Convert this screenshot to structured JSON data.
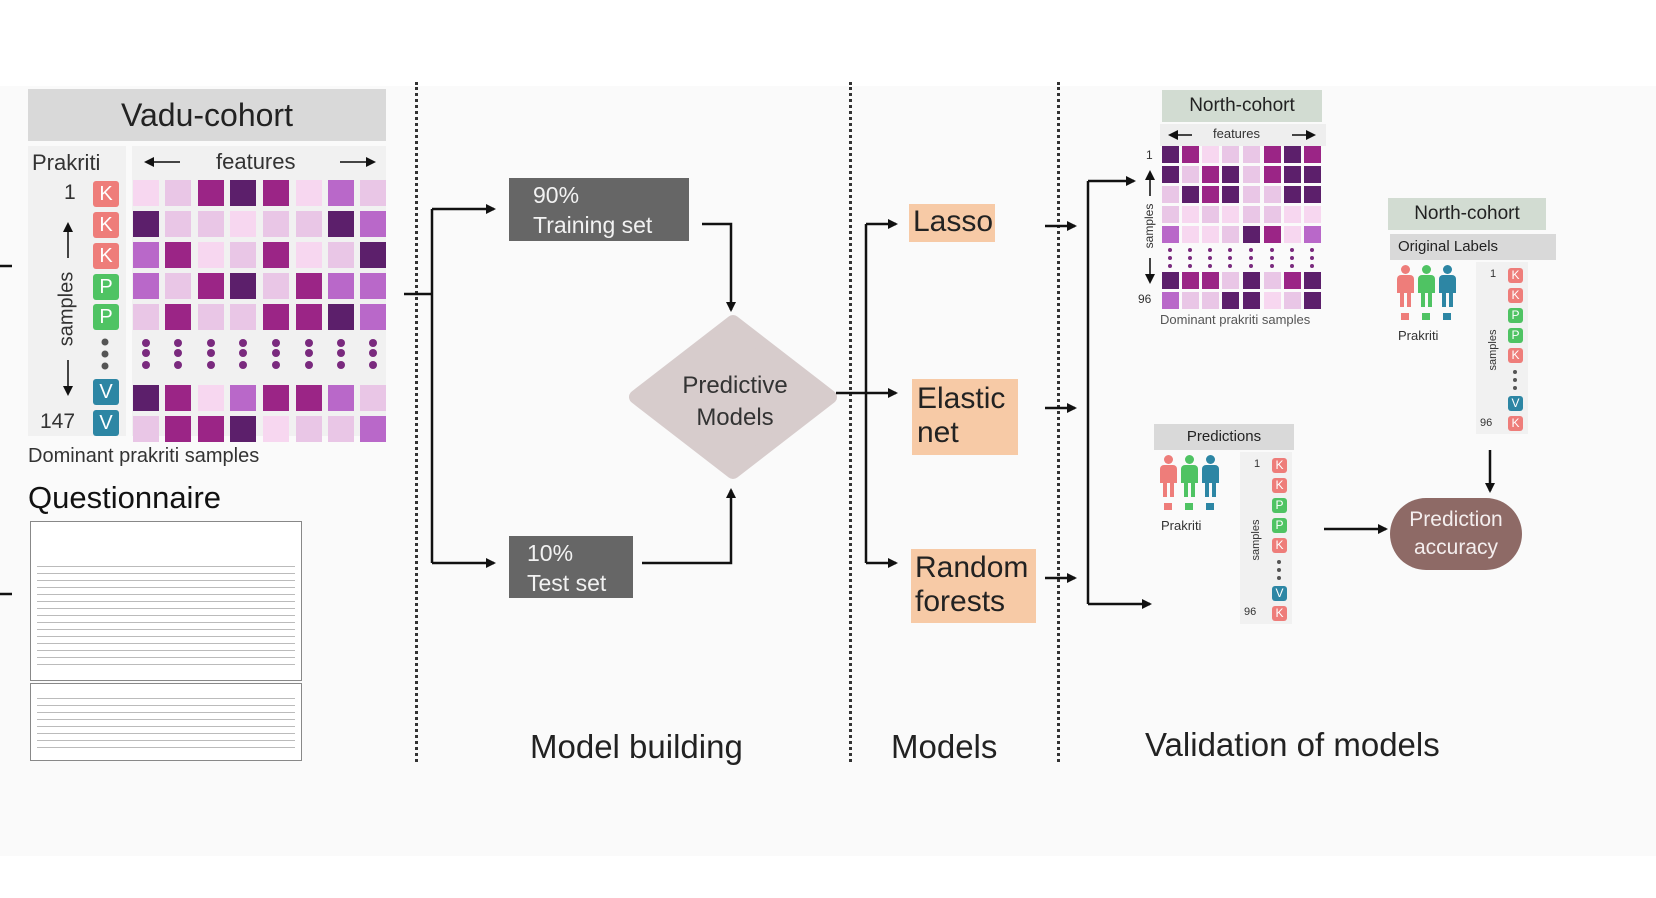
{
  "vadu": {
    "title": "Vadu-cohort",
    "prakriti_label": "Prakriti",
    "features_label": "features",
    "samples_label": "samples",
    "first_index": "1",
    "last_index": "147",
    "caption": "Dominant prakriti samples",
    "labels": [
      "K",
      "K",
      "K",
      "P",
      "P",
      "V",
      "V"
    ]
  },
  "questionnaire": {
    "title": "Questionnaire"
  },
  "training": {
    "percent": "90%",
    "label": "Training set"
  },
  "test": {
    "percent": "10%",
    "label": "Test set"
  },
  "predictive": {
    "line1": "Predictive",
    "line2": "Models"
  },
  "models": {
    "lasso": "Lasso",
    "elastic_1": "Elastic",
    "elastic_2": "net",
    "rf_1": "Random",
    "rf_2": "forests"
  },
  "north_top": {
    "title": "North-cohort",
    "features_label": "features",
    "samples_label": "samples",
    "first_index": "1",
    "last_index": "96",
    "caption": "Dominant prakriti samples"
  },
  "north_right": {
    "title": "North-cohort",
    "subtitle": "Original Labels",
    "legend_label": "Prakriti",
    "samples_label": "samples",
    "first_index": "1",
    "last_index": "96",
    "labels": [
      "K",
      "K",
      "P",
      "P",
      "K",
      "V",
      "K"
    ]
  },
  "predictions": {
    "title": "Predictions",
    "legend_label": "Prakriti",
    "samples_label": "samples",
    "first_index": "1",
    "last_index": "96",
    "labels": [
      "K",
      "K",
      "P",
      "P",
      "K",
      "V",
      "K"
    ]
  },
  "accuracy": {
    "line1": "Prediction",
    "line2": "accuracy"
  },
  "sections": {
    "model_building": "Model building",
    "models": "Models",
    "validation": "Validation of models"
  },
  "colors": {
    "heat_1": "#f7d7f0",
    "heat_2": "#e9c6e6",
    "heat_3": "#b968c9",
    "heat_4": "#9b2586",
    "heat_5": "#5c1f6b",
    "kapha": "#ee7d7a",
    "pitta": "#4fc363",
    "vata": "#2d86a4",
    "box_gray": "#666666",
    "peach": "#f7caa6",
    "diamond": "#d7cccc",
    "accuracy": "#8e6a66"
  }
}
